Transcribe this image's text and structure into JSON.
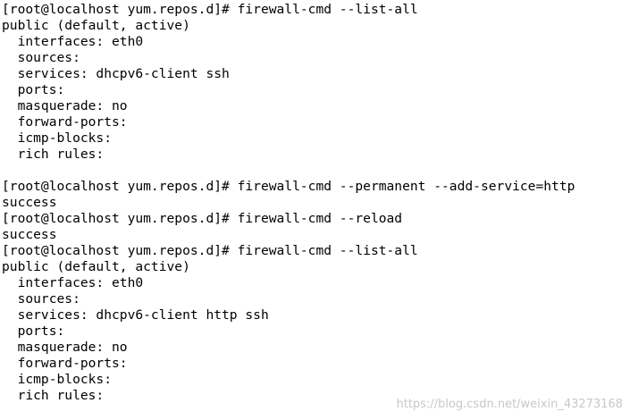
{
  "terminal": {
    "lines": [
      "[root@localhost yum.repos.d]# firewall-cmd --list-all",
      "public (default, active)",
      "  interfaces: eth0",
      "  sources:",
      "  services: dhcpv6-client ssh",
      "  ports:",
      "  masquerade: no",
      "  forward-ports:",
      "  icmp-blocks:",
      "  rich rules:",
      "",
      "[root@localhost yum.repos.d]# firewall-cmd --permanent --add-service=http",
      "success",
      "[root@localhost yum.repos.d]# firewall-cmd --reload",
      "success",
      "[root@localhost yum.repos.d]# firewall-cmd --list-all",
      "public (default, active)",
      "  interfaces: eth0",
      "  sources:",
      "  services: dhcpv6-client http ssh",
      "  ports:",
      "  masquerade: no",
      "  forward-ports:",
      "  icmp-blocks:",
      "  rich rules:"
    ]
  },
  "watermark": "https://blog.csdn.net/weixin_43273168"
}
